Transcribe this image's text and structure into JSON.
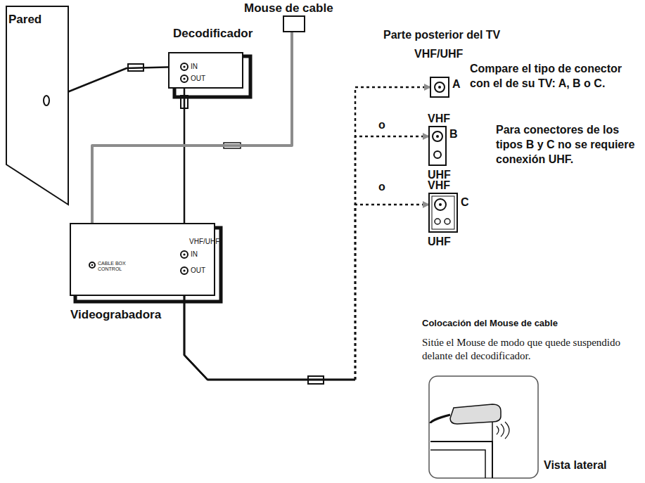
{
  "diagram": {
    "nodes": [
      {
        "text": [
          "Pared"
        ]
      },
      {
        "text": [
          "Decodificador",
          "IN",
          "OUT"
        ]
      },
      {
        "text": [
          "Mouse de cable"
        ]
      },
      {
        "text": [
          "Videograbadora",
          "VHF/UHF",
          "IN",
          "OUT",
          "CABLE BOX CONTROL"
        ]
      },
      {
        "text": [
          "VHF/UHF",
          "A"
        ]
      },
      {
        "text": [
          "VHF",
          "B",
          "UHF"
        ]
      },
      {
        "text": [
          "VHF",
          "C",
          "UHF"
        ]
      }
    ],
    "edges": [
      {
        "from": 0,
        "to": 1,
        "arrow": "to"
      },
      {
        "from": 1,
        "to": 3,
        "arrow": "to"
      },
      {
        "from": 2,
        "to": 3,
        "arrow": "to"
      },
      {
        "from": 3,
        "to": 4,
        "arrow": "to"
      },
      {
        "from": 3,
        "to": 5,
        "arrow": "to"
      },
      {
        "from": 3,
        "to": 6,
        "arrow": "to"
      }
    ],
    "labels": [
      "Parte posterior del TV",
      "Compare el tipo de conector con el de su TV: A, B o C.",
      "o",
      "Para conectores de los tipos B y C no se requiere conexión UHF.",
      "o",
      "Colocación del Mouse de cable",
      "Sitúe el Mouse de modo que quede suspendido delante del decodificador.",
      "Vista lateral"
    ]
  }
}
